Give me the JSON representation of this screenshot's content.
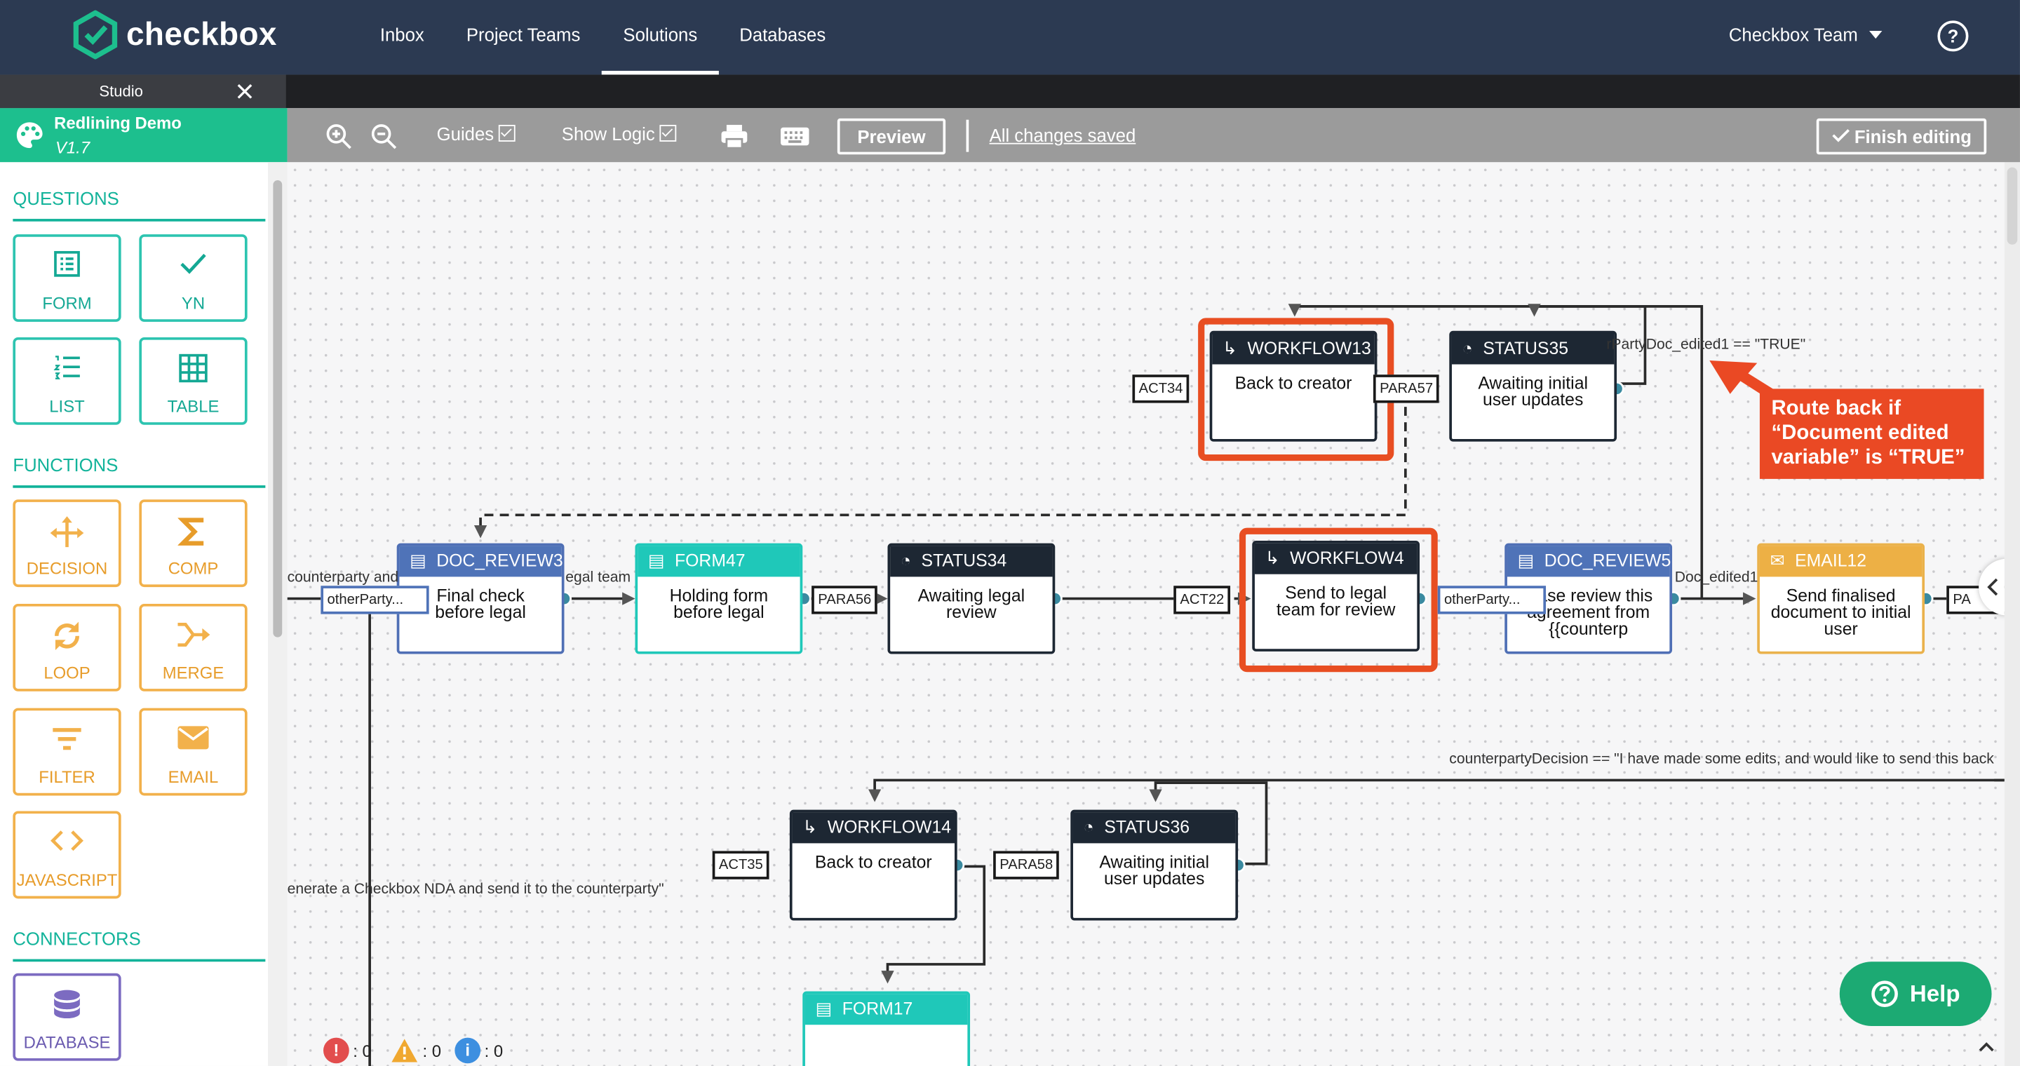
{
  "app": {
    "brand": "checkbox"
  },
  "nav": {
    "items": [
      "Inbox",
      "Project Teams",
      "Solutions",
      "Databases"
    ],
    "active": "Solutions",
    "team": "Checkbox Team"
  },
  "studio": {
    "tab_label": "Studio",
    "project_name": "Redlining Demo",
    "version": "V1.7"
  },
  "toolbar": {
    "guides": "Guides",
    "show_logic": "Show Logic",
    "preview": "Preview",
    "saved": "All changes saved",
    "finish": "Finish editing"
  },
  "sidebar": {
    "questions_title": "QUESTIONS",
    "questions": [
      "FORM",
      "YN",
      "LIST",
      "TABLE"
    ],
    "functions_title": "FUNCTIONS",
    "functions": [
      "DECISION",
      "COMP",
      "LOOP",
      "MERGE",
      "FILTER",
      "EMAIL",
      "JAVASCRIPT"
    ],
    "connectors_title": "CONNECTORS",
    "connectors": [
      "DATABASE"
    ]
  },
  "nodes": {
    "workflow13": {
      "title": "WORKFLOW13",
      "body": "Back to creator"
    },
    "status35": {
      "title": "STATUS35",
      "body": "Awaiting initial user updates"
    },
    "doc_review3": {
      "title": "DOC_REVIEW3",
      "body": "Final check before legal"
    },
    "form47": {
      "title": "FORM47",
      "body": "Holding form before legal"
    },
    "status34": {
      "title": "STATUS34",
      "body": "Awaiting legal review"
    },
    "workflow4": {
      "title": "WORKFLOW4",
      "body": "Send to legal team for review"
    },
    "doc_review5": {
      "title": "DOC_REVIEW5",
      "body": "lease review this agreement from {{counterp"
    },
    "email12": {
      "title": "EMAIL12",
      "body": "Send finalised document to initial user"
    },
    "workflow14": {
      "title": "WORKFLOW14",
      "body": "Back to creator"
    },
    "status36": {
      "title": "STATUS36",
      "body": "Awaiting initial user updates"
    },
    "form17": {
      "title": "FORM17",
      "body": ""
    }
  },
  "tags": {
    "act34": "ACT34",
    "para57": "PARA57",
    "para56": "PARA56",
    "act22": "ACT22",
    "other1": "otherParty...",
    "other2": "otherParty...",
    "pa": "PA",
    "act35": "ACT35",
    "para58": "PARA58"
  },
  "conditions": {
    "c1": "rPartyDoc_edited1 == \"TRUE\"",
    "c2": "counterparty and",
    "c3": "egal team",
    "c4": "Doc_edited1",
    "c5": "counterpartyDecision == \"I have made some edits, and would like to send this back",
    "c6": "enerate a Checkbox NDA and send it to the counterparty\""
  },
  "callout": {
    "line1": "Route back if",
    "line2": "“Document edited",
    "line3": "variable” is “TRUE”"
  },
  "help": {
    "label": "Help"
  },
  "status": {
    "errors": ": 0",
    "warnings": ": 0",
    "info": ": 0"
  },
  "colors": {
    "nav": "#2c3a52",
    "accent": "#1dbf8e",
    "highlight": "#e84e22"
  }
}
